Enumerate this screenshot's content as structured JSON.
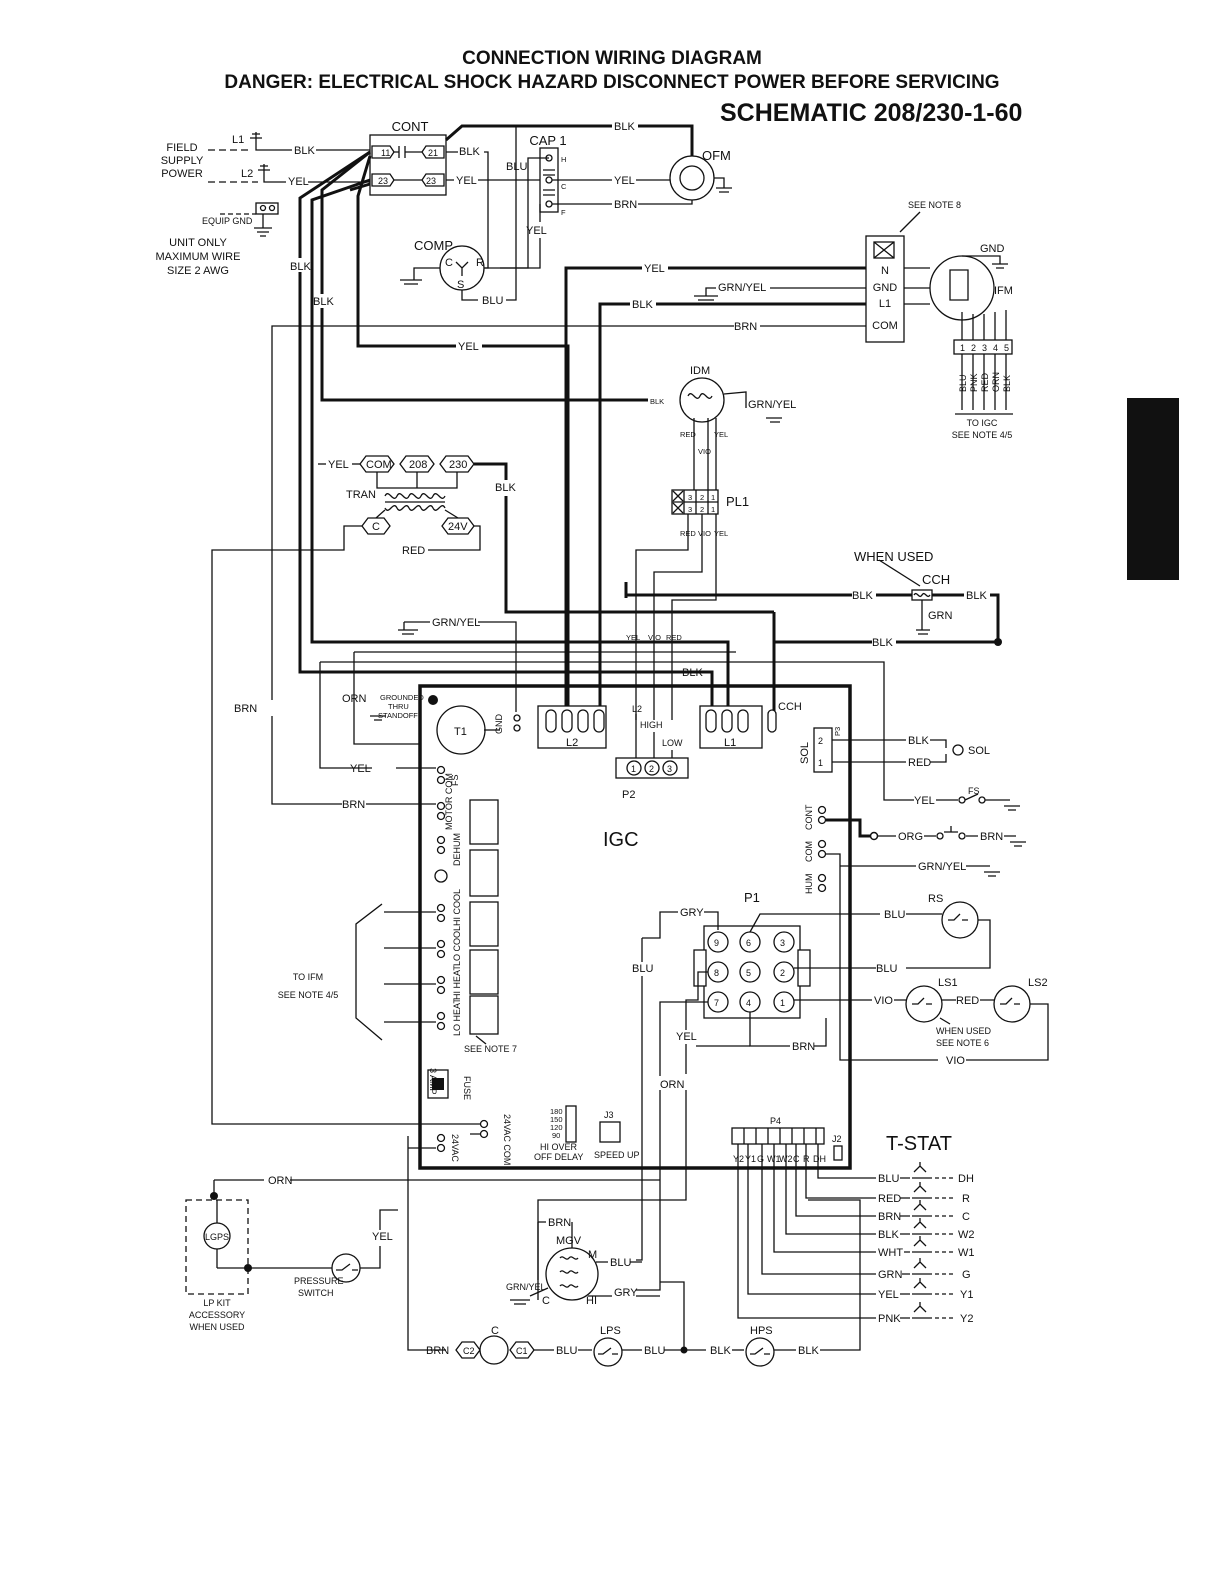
{
  "header": {
    "title": "CONNECTION WIRING DIAGRAM",
    "danger": "DANGER:  ELECTRICAL SHOCK HAZARD DISCONNECT POWER BEFORE SERVICING",
    "schematic": "SCHEMATIC  208/230-1-60"
  },
  "supply": {
    "field1": "FIELD",
    "field2": "SUPPLY",
    "field3": "POWER",
    "l1": "L1",
    "l2": "L2",
    "equip_gnd": "EQUIP GND",
    "note1": "UNIT ONLY",
    "note2": "MAXIMUM WIRE",
    "note3": "SIZE 2 AWG"
  },
  "components": {
    "cont": "CONT",
    "cap": "CAP 1",
    "cap_h": "H",
    "cap_c": "C",
    "cap_f": "F",
    "ofm": "OFM",
    "comp": "COMP",
    "comp_c": "C",
    "comp_r": "R",
    "comp_s": "S",
    "ifm": "IFM",
    "see_note8": "SEE NOTE 8",
    "ifm_n": "N",
    "ifm_gnd": "GND",
    "ifm_l1": "L1",
    "ifm_com": "COM",
    "idm": "IDM",
    "tran": "TRAN",
    "pl1": "PL1",
    "when_used": "WHEN USED",
    "cch": "CCH",
    "igc": "IGC",
    "t1": "T1",
    "p1": "P1",
    "p2": "P2",
    "p3": "P3",
    "p4": "P4",
    "j2": "J2",
    "j3": "J3",
    "sol": "SOL",
    "fs": "FS",
    "rs": "RS",
    "ls1": "LS1",
    "ls2": "LS2",
    "mgv": "MGV",
    "mgv_m": "M",
    "mgv_hi": "HI",
    "mgv_c": "C",
    "lgps": "LGPS",
    "lps": "LPS",
    "hps": "HPS",
    "cap_c_label": "C",
    "c1": "C1",
    "c2": "C2",
    "tstat": "T-STAT"
  },
  "terminals": {
    "t11": "11",
    "t21": "21",
    "t23a": "23",
    "t23b": "23",
    "com": "COM",
    "v208": "208",
    "v230": "230",
    "c": "C",
    "v24": "24V",
    "ifm_pins": [
      "1",
      "2",
      "3",
      "4",
      "5"
    ],
    "ifm_wires": [
      "BLU",
      "PNK",
      "RED",
      "ORN",
      "BLK"
    ],
    "p1_pins": [
      "9",
      "6",
      "3",
      "8",
      "5",
      "2",
      "7",
      "4",
      "1"
    ],
    "p2_pins": [
      "1",
      "2",
      "3"
    ],
    "p3_pins": [
      "2",
      "1"
    ],
    "pl1_pins": [
      "3",
      "2",
      "1"
    ],
    "p4_labels": [
      "Y2",
      "Y1",
      "G",
      "W1",
      "W2",
      "C",
      "R",
      "DH"
    ],
    "tstat_labels": [
      "DH",
      "R",
      "C",
      "W2",
      "W1",
      "G",
      "Y1",
      "Y2"
    ],
    "tstat_wires": [
      "BLU",
      "RED",
      "BRN",
      "BLK",
      "WHT",
      "GRN",
      "YEL",
      "PNK"
    ]
  },
  "wires": {
    "blk": "BLK",
    "yel": "YEL",
    "blu": "BLU",
    "brn": "BRN",
    "red": "RED",
    "vio": "VIO",
    "grn": "GRN",
    "grn_yel": "GRN/YEL",
    "orn": "ORN",
    "org": "ORG",
    "gry": "GRY",
    "gnd": "GND"
  },
  "igc_labels": {
    "l2": "L2",
    "l1": "L1",
    "high": "HIGH",
    "low": "LOW",
    "cch": "CCH",
    "gnd": "GND",
    "grounded1": "GROUNDED",
    "grounded2": "THRU",
    "grounded3": "STANDOFF",
    "fs": "FS",
    "motor_com": "MOTOR COM",
    "dehum": "DEHUM",
    "hi_cool": "HI COOL",
    "lo_cool": "LO COOL",
    "hi_heat": "HI HEAT",
    "lo_heat": "LO HEAT",
    "see_note7": "SEE NOTE 7",
    "fuse": "FUSE",
    "amp": "3 AMP",
    "v24_com": "24VAC COM",
    "v24": "24VAC",
    "delay_vals": [
      "180",
      "150",
      "120",
      "90"
    ],
    "hi_over": "HI OVER",
    "off_delay": "OFF DELAY",
    "speed_up": "SPEED UP",
    "cont": "CONT",
    "com": "COM",
    "hum": "HUM",
    "sol": "SOL"
  },
  "notes": {
    "to_igc1": "TO IGC",
    "to_igc2": "SEE NOTE 4/5",
    "to_ifm1": "TO IFM",
    "to_ifm2": "SEE NOTE 4/5",
    "when_used_ls": "WHEN USED",
    "see_note6": "SEE NOTE 6",
    "pressure1": "PRESSURE",
    "pressure2": "SWITCH",
    "lp1": "LP KIT",
    "lp2": "ACCESSORY",
    "lp3": "WHEN USED"
  }
}
